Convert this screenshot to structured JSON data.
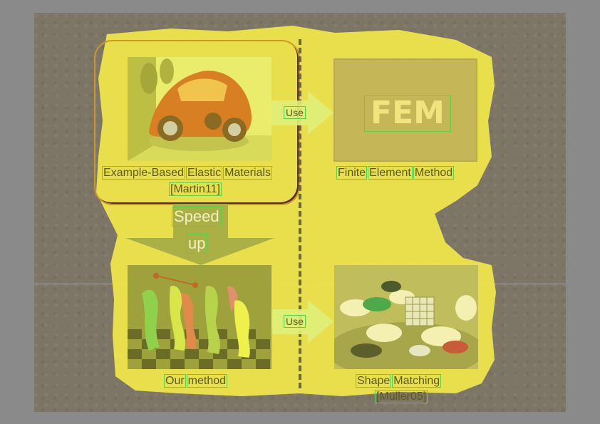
{
  "diagram": {
    "labels": {
      "example_based": [
        "Example-Based",
        "Elastic",
        "Materials"
      ],
      "martin": "[Martin11]",
      "fem_caption": [
        "Finite",
        "Element",
        "Method"
      ],
      "fem_title": "FEM",
      "our_method": [
        "Our",
        "method"
      ],
      "shape_matching": [
        "Shape",
        "Matching"
      ],
      "muller": "[Müller05]"
    },
    "arrows": {
      "use_top": "Use",
      "use_bottom": "Use",
      "speed": "Speed",
      "up": "up"
    },
    "colors": {
      "highlight": "#f2e84a",
      "arrow_fill": "#dff07a",
      "speed_arrow": "#a7ad45",
      "divider": "#6e6a2c",
      "box_outline": "#58d14b"
    }
  }
}
